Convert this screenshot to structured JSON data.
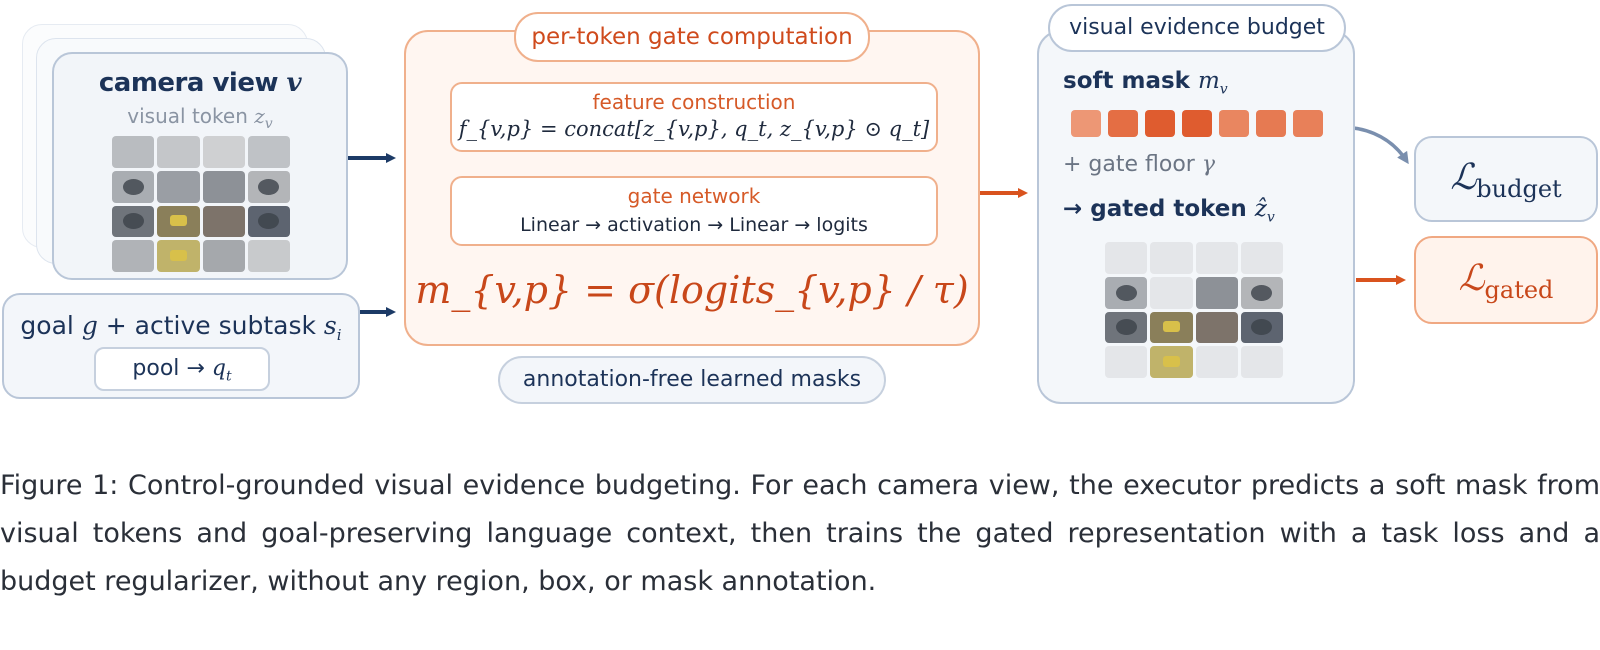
{
  "camera": {
    "title": "camera view ",
    "title_var": "v",
    "subtitle": "visual token ",
    "subtitle_var": "z",
    "subtitle_sub": "v"
  },
  "goal": {
    "prefix": "goal ",
    "goal_var": "g",
    "middle": " + active subtask ",
    "subtask_var": "s",
    "subtask_sub": "i",
    "pool": "pool → ",
    "pool_var": "q",
    "pool_sub": "t"
  },
  "gate": {
    "title": "per-token gate computation",
    "feature_heading": "feature construction",
    "feature_formula": "f_{v,p} = concat[z_{v,p}, q_t, z_{v,p} ⊙ q_t]",
    "network_heading": "gate network",
    "network_steps": "Linear → activation → Linear → logits",
    "mask_formula": "m_{v,p} = σ(logits_{v,p} / τ)",
    "annotation_pill": "annotation-free learned masks"
  },
  "budget": {
    "title": "visual evidence budget",
    "soft_mask_label": "soft mask ",
    "soft_mask_var": "m",
    "soft_mask_sub": "v",
    "floor_label": "+ gate floor ",
    "floor_var": "γ",
    "gated_label": "→ gated token ",
    "gated_var": "ẑ",
    "gated_sub": "v",
    "mask_values": [
      0.45,
      0.8,
      0.95,
      0.95,
      0.6,
      0.7,
      0.65
    ]
  },
  "losses": {
    "budget_symbol": "ℒ",
    "budget_sub": "budget",
    "gated_symbol": "ℒ",
    "gated_sub": "gated"
  },
  "colors": {
    "navy": "#1c3358",
    "orange": "#d65a28",
    "orange_dark": "#c8471a",
    "border_blue": "#b9c6d8",
    "border_orange": "#f0b08c"
  },
  "caption": "Figure 1: Control-grounded visual evidence budgeting. For each camera view, the executor predicts a soft mask from visual tokens and goal-preserving language context, then trains the gated representation with a task loss and a budget regularizer, without any region, box, or mask annotation."
}
